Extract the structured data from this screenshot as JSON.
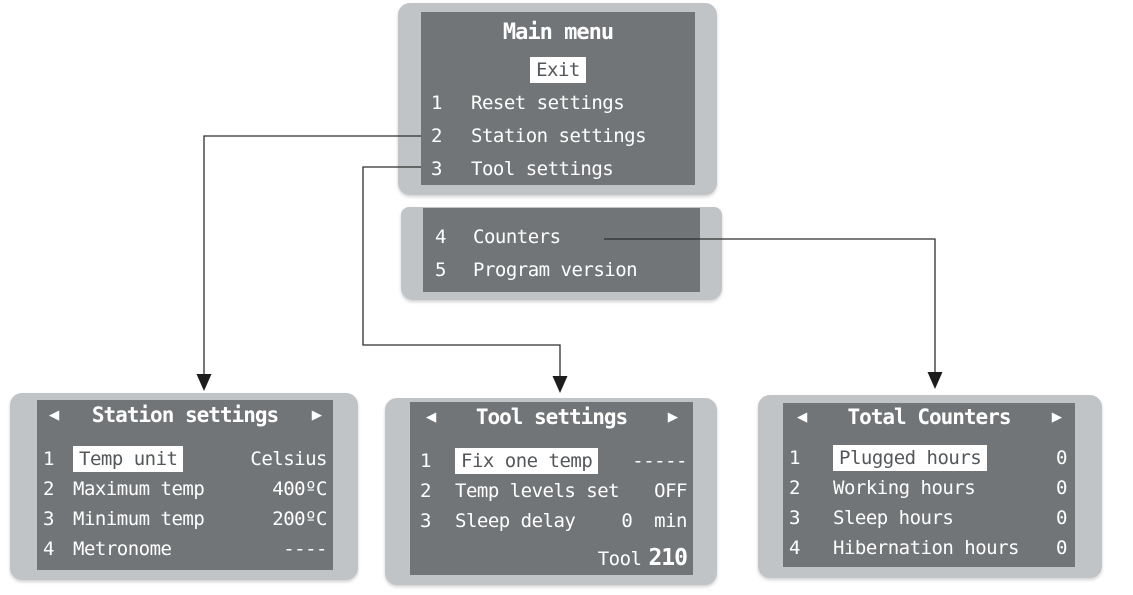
{
  "colors": {
    "frame": "#c1c4c6",
    "screen": "#727577",
    "text": "#ffffff",
    "highlight_bg": "#ffffff",
    "highlight_text": "#54575a",
    "connector": "#2e2e2e"
  },
  "main_menu": {
    "title": "Main menu",
    "exit": "Exit",
    "selected": "Exit",
    "items": [
      {
        "num": "1",
        "label": "Reset settings"
      },
      {
        "num": "2",
        "label": "Station settings"
      },
      {
        "num": "3",
        "label": "Tool settings"
      }
    ]
  },
  "main_menu_page2": {
    "items": [
      {
        "num": "4",
        "label": "Counters"
      },
      {
        "num": "5",
        "label": "Program version"
      }
    ]
  },
  "station_settings": {
    "title": "Station settings",
    "prev_icon": "◀",
    "next_icon": "▶",
    "selected": "Temp unit",
    "items": [
      {
        "num": "1",
        "label": "Temp unit",
        "value": "Celsius"
      },
      {
        "num": "2",
        "label": "Maximum temp",
        "value": "400ºC"
      },
      {
        "num": "3",
        "label": "Minimum temp",
        "value": "200ºC"
      },
      {
        "num": "4",
        "label": "Metronome",
        "value": "----"
      }
    ]
  },
  "tool_settings": {
    "title": "Tool settings",
    "prev_icon": "◀",
    "next_icon": "▶",
    "selected": "Fix one temp",
    "items": [
      {
        "num": "1",
        "label": "Fix one temp",
        "value": "-----"
      },
      {
        "num": "2",
        "label": "Temp levels set",
        "value": "OFF"
      },
      {
        "num": "3",
        "label": "Sleep delay",
        "value": "0  min"
      }
    ],
    "footer": {
      "label": "Tool",
      "value": "210"
    }
  },
  "total_counters": {
    "title": "Total Counters",
    "prev_icon": "◀",
    "next_icon": "▶",
    "selected": "Plugged hours",
    "items": [
      {
        "num": "1",
        "label": "Plugged hours",
        "value": "0"
      },
      {
        "num": "2",
        "label": "Working hours",
        "value": "0"
      },
      {
        "num": "3",
        "label": "Sleep hours",
        "value": "0"
      },
      {
        "num": "4",
        "label": "Hibernation hours",
        "value": "0"
      }
    ]
  },
  "connections": [
    {
      "source": "Station settings (main menu item 2)",
      "target": "Station settings screen"
    },
    {
      "source": "Tool settings (main menu item 3)",
      "target": "Tool settings screen"
    },
    {
      "source": "Counters (main menu item 4)",
      "target": "Total Counters screen"
    }
  ]
}
